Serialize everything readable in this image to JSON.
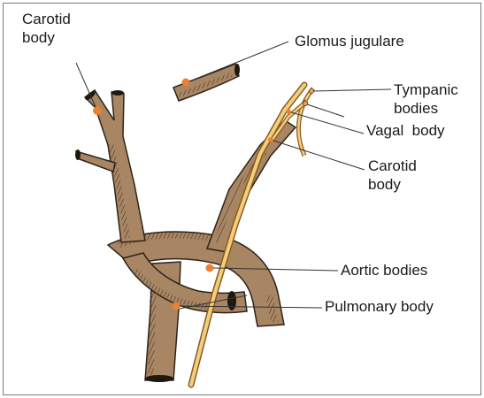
{
  "labels": {
    "carotid_body_left": [
      "Carotid",
      "body"
    ],
    "glomus_jugulare": "Glomus jugulare",
    "tympanic_bodies": [
      "Tympanic",
      "bodies"
    ],
    "vagal_body": "Vagal  body",
    "carotid_body_right": [
      "Carotid",
      "body"
    ],
    "aortic_bodies": "Aortic bodies",
    "pulmonary_body": "Pulmonary body"
  },
  "colors": {
    "vessel_fill": "#a88563",
    "vessel_outline": "#2e2418",
    "vessel_shade": "#1f1810",
    "nerve_fill": "#f3cf7c",
    "nerve_outline": "#8a5a22",
    "paraganglion_orange": "#e98232",
    "paraganglion_small": "#e9a26e",
    "leader_line": "#333333"
  }
}
